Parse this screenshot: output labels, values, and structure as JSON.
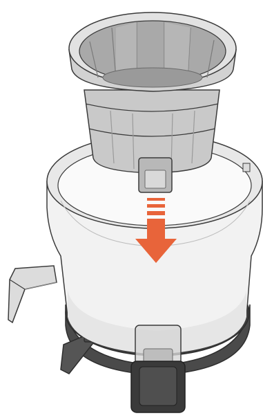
{
  "illustration": {
    "subject": "juicer-assembly",
    "parts": [
      "strainer-basket",
      "juicing-bowl",
      "juice-spout",
      "pulp-outlet",
      "motor-base",
      "lock-handle",
      "pulp-cap"
    ],
    "icons": [
      "down-arrow-icon"
    ]
  },
  "colors": {
    "background": "#ffffff",
    "outline": "#3a3a3a",
    "basket_fill": "#c9c9c9",
    "basket_shade": "#a9a9a9",
    "basket_light": "#e2e2e2",
    "bowl_fill": "#f2f2f2",
    "bowl_inner": "#fafafa",
    "bowl_rim": "#e8e8e8",
    "base_dark": "#4a4a4a",
    "base_darker": "#3a3a3a",
    "accent_arrow": "#e8643a"
  }
}
